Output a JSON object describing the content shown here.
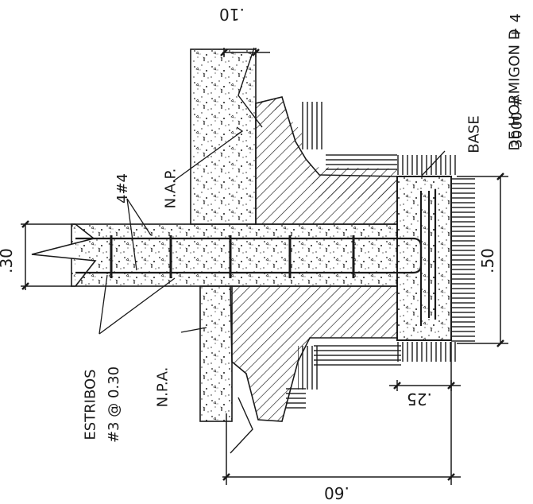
{
  "drawing": {
    "ink_color": "#1a1a1a",
    "paper_color": "#ffffff",
    "labels": {
      "dim_top": ".10",
      "dim_wall": ".30",
      "rebar_long": "4#4",
      "nap": "N.A.P.",
      "npa": "N.P.A.",
      "estribos_line1": "ESTRIBOS",
      "estribos_line2": "#3 @ 0.30",
      "base_line1": "BASE",
      "base_line2": "DE HORMIGON D",
      "base_line3": "3000  #",
      "base_line3_end": "+ 4",
      "dim_base": ".50",
      "dim_step": ".25",
      "dim_total": ".60"
    }
  }
}
